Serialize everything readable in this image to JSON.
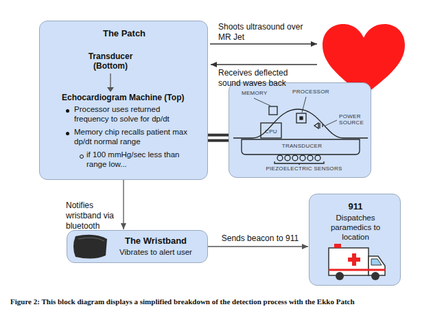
{
  "diagram": {
    "caption": "Figure 2: This block diagram displays a simplified breakdown of the detection process with the Ekko Patch",
    "nodes": [
      {
        "text": [
          "The Patch",
          "Transducer (Bottom)",
          "Echocardiogram Machine (Top)",
          "Processor uses returned frequency to solve for dp/dt",
          "Memory chip recalls patient max dp/dt normal range",
          "if 100 mmHg/sec less than range low..."
        ]
      },
      {
        "text": [
          "MEMORY",
          "PROCESSOR",
          "CPU",
          "POWER SOURCE",
          "TRANSDUCER",
          "PIEZOELECTRIC SENSORS"
        ]
      },
      {
        "text": [
          "The Wristband",
          "Vibrates to alert user"
        ]
      },
      {
        "text": [
          "911",
          "Dispatches paramedics to location"
        ]
      }
    ],
    "edges": [
      {
        "from": 0,
        "to": 1,
        "arrow": "none"
      },
      {
        "from": 0,
        "to": 2,
        "arrow": "to",
        "label": "Notifies wristband via bluetooth"
      },
      {
        "from": 2,
        "to": 3,
        "arrow": "to",
        "label": "Sends beacon to 911"
      }
    ],
    "labels": [
      "Shoots ultrasound over MR Jet",
      "Receives deflected sound waves back"
    ]
  }
}
